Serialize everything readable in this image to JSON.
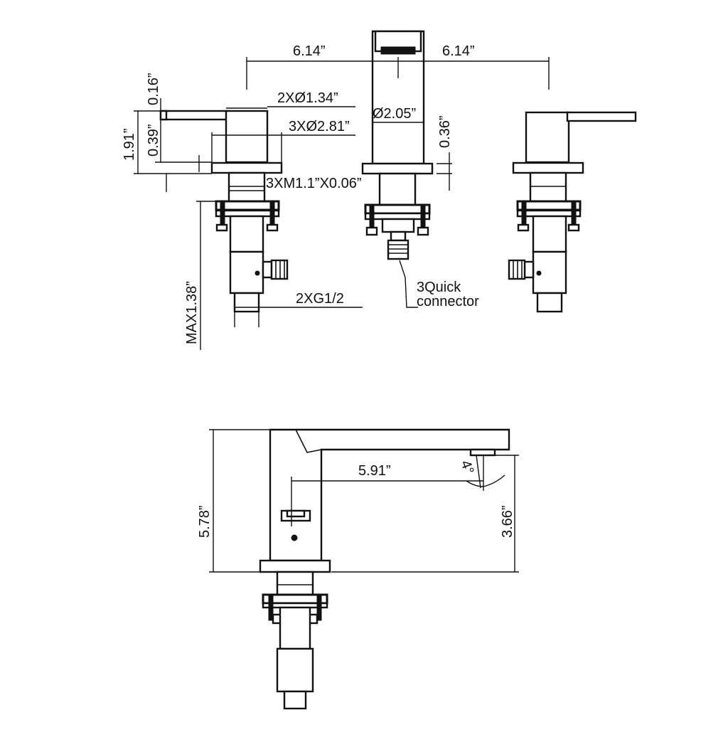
{
  "diagram": {
    "labels": {
      "spacing_left": "6.14”",
      "spacing_right": "6.14”",
      "handle_height": "0.16”",
      "handle_dia": "2XØ1.34”",
      "spout_dia": "Ø2.05”",
      "handle_total": "1.91”",
      "handle_body": "0.39”",
      "base_dia": "3XØ2.81”",
      "spout_base": "0.36”",
      "thread": "3XM1.1”X0.06”",
      "max_thickness": "MAX1.38”",
      "inlet": "2XG1/2",
      "quick_line1": "3Quick",
      "quick_line2": "connector",
      "reach": "5.91”",
      "angle": "4°",
      "total_height": "5.78”",
      "spout_height": "3.66”"
    }
  }
}
